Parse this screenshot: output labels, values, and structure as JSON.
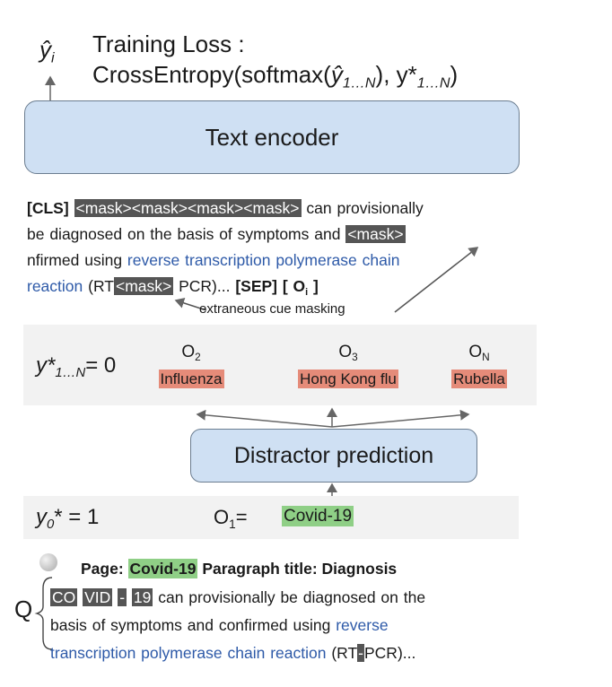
{
  "colors": {
    "encoder_fill": "#cfe0f3",
    "mask": "#555555",
    "distractor_highlight": "#e58b79",
    "answer_highlight": "#8fcf86",
    "link_blue": "#2e5aa8",
    "band": "#f2f2f2"
  },
  "top": {
    "yhat": "ŷ",
    "yhat_sub": "i",
    "loss_line1": "Training Loss :",
    "loss_line2_a": "CrossEntropy(softmax(",
    "loss_line2_yhat": "ŷ",
    "loss_line2_sub1": "1…N",
    "loss_line2_mid": "), y*",
    "loss_line2_sub2": "1…N",
    "loss_line2_end": ")"
  },
  "encoder": {
    "label": "Text encoder"
  },
  "masked_text": {
    "cls": "[CLS]",
    "masks4": "<mask><mask><mask><mask>",
    "t1": " can provisionally",
    "t2": "be diagnosed on the basis of symptoms and ",
    "mask2": "<mask>",
    "t3": "nfirmed using ",
    "blue1": "reverse transcription polymerase chain",
    "blue2": "reaction",
    "t4": " (RT",
    "mask3": "<mask>",
    "t5": " PCR)... ",
    "sep": "[SEP] [ O",
    "sep_sub": "i",
    "sep_end": " ]",
    "cue_note": "extraneous cue masking"
  },
  "distractors": {
    "y_label": "y*",
    "y_sub": "1…N",
    "y_value": "= 0",
    "options": [
      {
        "name": "O",
        "sub": "2",
        "text": "Influenza"
      },
      {
        "name": "O",
        "sub": "3",
        "text": "Hong Kong flu"
      },
      {
        "name": "O",
        "sub": "N",
        "text": "Rubella"
      }
    ]
  },
  "predictor": {
    "label": "Distractor prediction"
  },
  "answer": {
    "y_label": "y",
    "y_sub": "0",
    "y_rest": "* = 1",
    "o_label": "O",
    "o_sub": "1",
    "o_eq": "=",
    "value": "Covid-19"
  },
  "source": {
    "page_label": "Page:",
    "page_value": "Covid-19",
    "para_title": "Paragraph title: Diagnosis",
    "q_label": "Q",
    "tok1": "CO",
    "tok2": "VID",
    "tok3": "-",
    "tok4": "19",
    "s1": " can provisionally be diagnosed on the",
    "s2_a": "basis of symptoms and confirmed using ",
    "s2_blue": "reverse",
    "s3_blue": "transcription polymerase chain reaction",
    "s3_end": " (RT",
    "tok5": "-",
    "s3_tail": "PCR)..."
  }
}
